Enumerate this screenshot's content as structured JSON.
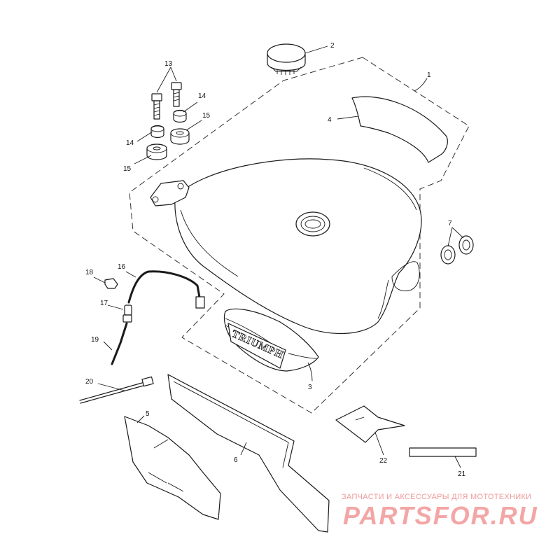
{
  "diagram": {
    "brand_text": "TRIUMPH",
    "callouts": {
      "c1": "1",
      "c2": "2",
      "c3": "3",
      "c4": "4",
      "c5": "5",
      "c6": "6",
      "c7": "7",
      "c13": "13",
      "c14a": "14",
      "c14b": "14",
      "c15a": "15",
      "c15b": "15",
      "c16": "16",
      "c17": "17",
      "c18": "18",
      "c19": "19",
      "c20": "20",
      "c21": "21",
      "c22": "22"
    }
  },
  "watermark": {
    "tagline": "ЗАПЧАСТИ И АКСЕССУАРЫ ДЛЯ МОТОТЕХНИКИ",
    "logo": "PARTSFOR.RU",
    "color": "#f3a6a6"
  }
}
